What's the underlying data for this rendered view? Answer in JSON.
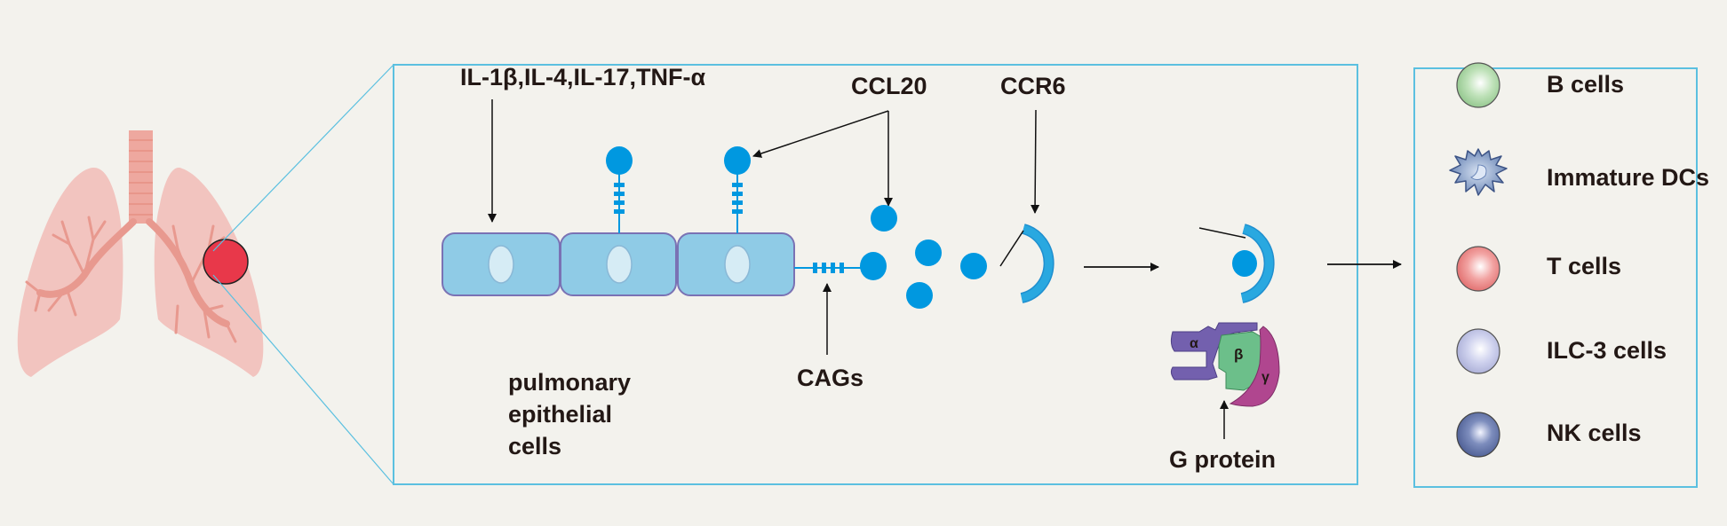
{
  "labels": {
    "cytokines": "IL-1β,IL-4,IL-17,TNF-α",
    "ccl20": "CCL20",
    "ccr6": "CCR6",
    "cags": "CAGs",
    "epithelial_line1": "pulmonary",
    "epithelial_line2": "epithelial",
    "epithelial_line3": "cells",
    "g_protein": "G protein",
    "alpha": "α",
    "beta": "β",
    "gamma": "γ"
  },
  "legend": {
    "items": [
      {
        "label": "B cells",
        "icon": "b-cell-icon",
        "color": "#a9d6a3"
      },
      {
        "label": "Immature DCs",
        "icon": "dendritic-cell-icon",
        "color": "#6e8fbf"
      },
      {
        "label": "T cells",
        "icon": "t-cell-icon",
        "color": "#ee8584"
      },
      {
        "label": "ILC-3 cells",
        "icon": "ilc3-cell-icon",
        "color": "#c4c7e6"
      },
      {
        "label": "NK cells",
        "icon": "nk-cell-icon",
        "color": "#5f71a6"
      }
    ]
  },
  "colors": {
    "frame": "#5bc0e0",
    "chemokine": "#0098e0",
    "epithelium": "#8fcbe6",
    "lung": "#f2c4bf",
    "tumor": "#e8384a"
  }
}
